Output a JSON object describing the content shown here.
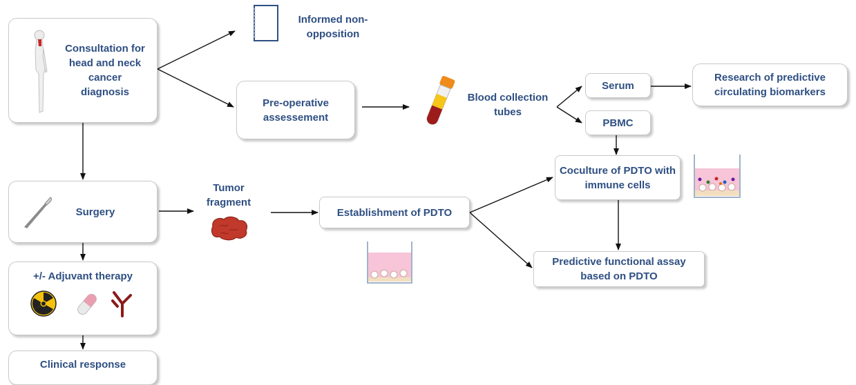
{
  "nodes": {
    "consultation": "Consultation for head and neck cancer diagnosis",
    "informed": "Informed non-opposition",
    "preop": "Pre-operative assessement",
    "blood": "Blood collection tubes",
    "serum": "Serum",
    "research": "Research of predictive circulating biomarkers",
    "pbmc": "PBMC",
    "coculture": "Coculture of PDTO with immune cells",
    "surgery": "Surgery",
    "tumor": "Tumor fragment",
    "establishment": "Establishment of PDTO",
    "predictive": "Predictive functional assay based on PDTO",
    "adjuvant": "+/- Adjuvant therapy",
    "clinical": "Clinical response"
  },
  "colors": {
    "label": "#2e4f82",
    "box_border": "#c9c9c9",
    "arrow": "#111111",
    "well_medium": "#f2b8d0",
    "blood": "#b3261e"
  },
  "icons": [
    "human-figure-icon",
    "notebook-icon",
    "blood-tube-icon",
    "scalpel-icon",
    "tumor-fragment-icon",
    "culture-well-icon",
    "radiation-icon",
    "pill-icon",
    "antibody-icon"
  ]
}
